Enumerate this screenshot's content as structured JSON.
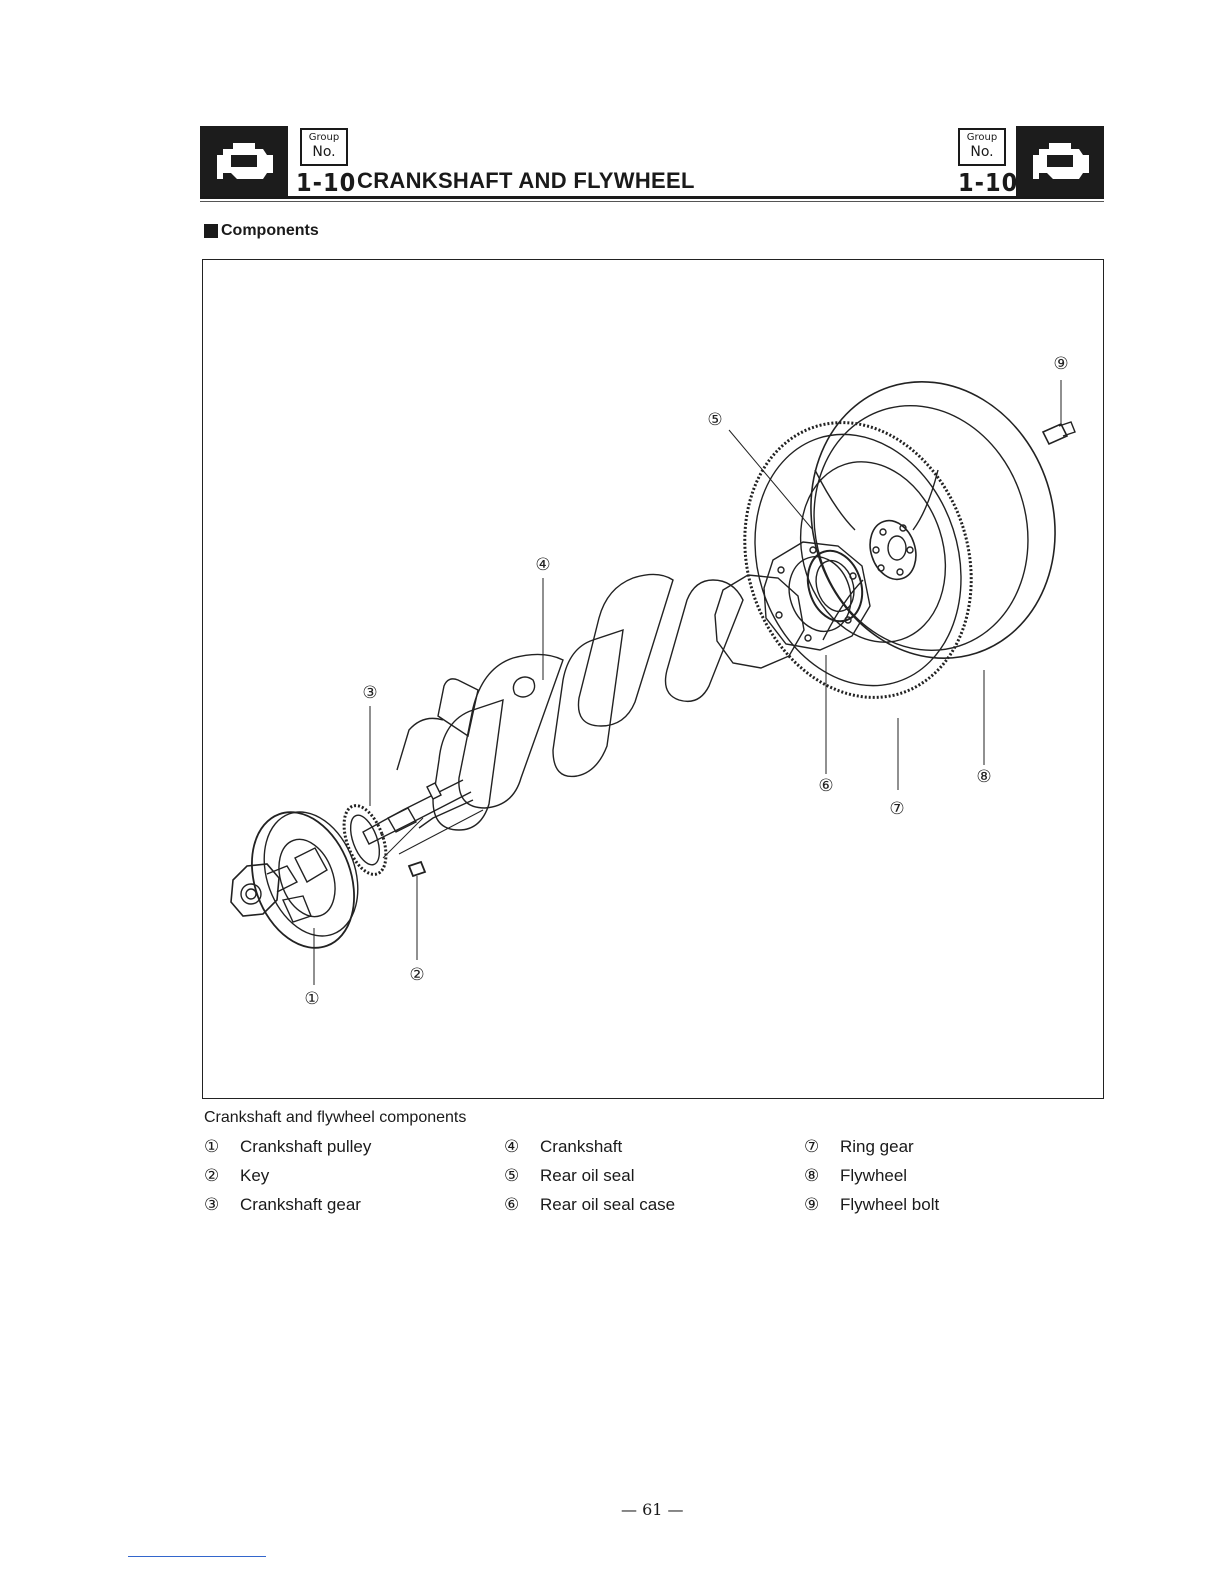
{
  "header": {
    "group_label": "Group",
    "no_label": "No.",
    "section_number": "1-10",
    "title": "CRANKSHAFT AND FLYWHEEL",
    "right_section_number": "1-10"
  },
  "components_heading": "Components",
  "figure": {
    "callouts": [
      "①",
      "②",
      "③",
      "④",
      "⑤",
      "⑥",
      "⑦",
      "⑧",
      "⑨"
    ]
  },
  "caption": "Crankshaft and flywheel components",
  "legend": [
    {
      "num": "①",
      "label": "Crankshaft pulley"
    },
    {
      "num": "②",
      "label": "Key"
    },
    {
      "num": "③",
      "label": "Crankshaft gear"
    },
    {
      "num": "④",
      "label": "Crankshaft"
    },
    {
      "num": "⑤",
      "label": "Rear oil seal"
    },
    {
      "num": "⑥",
      "label": "Rear oil seal case"
    },
    {
      "num": "⑦",
      "label": "Ring gear"
    },
    {
      "num": "⑧",
      "label": "Flywheel"
    },
    {
      "num": "⑨",
      "label": "Flywheel bolt"
    }
  ],
  "page_number": "— 61 —"
}
